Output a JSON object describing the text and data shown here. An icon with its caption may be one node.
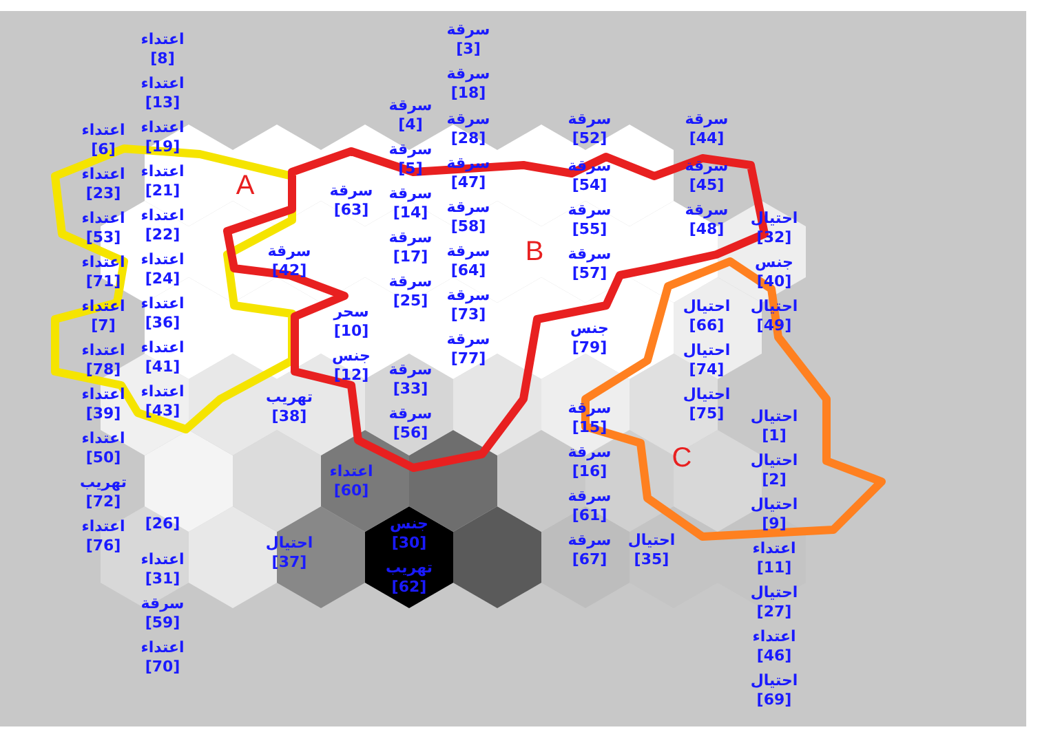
{
  "diagram": {
    "labels": [
      "سرقة [3]",
      "اعتداء [8]",
      "سرقة [18]",
      "اعتداء [13]",
      "سرقة [4]",
      "سرقة [28]",
      "سرقة [52]",
      "سرقة [44]",
      "اعتداء [6]",
      "اعتداء [19]",
      "سرقة [5]",
      "سرقة [47]",
      "سرقة [54]",
      "سرقة [45]",
      "اعتداء [23]",
      "اعتداء [21]",
      "سرقة [63]",
      "سرقة [14]",
      "A",
      "سرقة [58]",
      "سرقة [55]",
      "سرقة [48]",
      "اعتداء [53]",
      "اعتداء [22]",
      "احتيال [32]",
      "سرقة [17]",
      "B",
      "سرقة [42]",
      "سرقة [64]",
      "سرقة [57]",
      "جنس [40]",
      "اعتداء [71]",
      "اعتداء [24]",
      "سرقة [25]",
      "سرقة [73]",
      "اعتداء [7]",
      "اعتداء [36]",
      "احتيال [66]",
      "احتيال [49]",
      "سحر [10]",
      "جنس [79]",
      "سرقة [77]",
      "احتيال [74]",
      "اعتداء [78]",
      "اعتداء [41]",
      "جنس [12]",
      "سرقة [33]",
      "اعتداء [39]",
      "اعتداء [43]",
      "تهريب [38]",
      "احتيال [75]",
      "سرقة [15]",
      "سرقة [56]",
      "احتيال [1]",
      "اعتداء [50]",
      "سرقة [16]",
      "C",
      "احتيال [2]",
      "اعتداء [60]",
      "تهريب [72]",
      "سرقة [61]",
      "احتيال [9]",
      "[26]",
      "جنس [30]",
      "اعتداء [76]",
      "سرقة [67]",
      "احتيال [35]",
      "احتيال [37]",
      "اعتداء [11]",
      "اعتداء [31]",
      "تهريب [62]",
      "احتيال [27]",
      "سرقة [59]",
      "اعتداء [46]",
      "اعتداء [70]",
      "احتيال [69]"
    ]
  }
}
